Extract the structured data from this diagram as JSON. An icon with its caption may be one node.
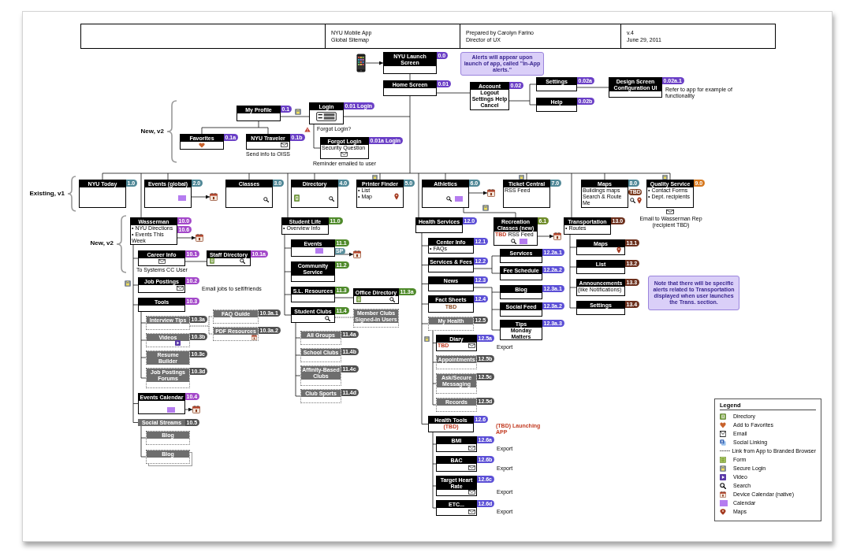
{
  "diagram": {
    "nodes": [
      {
        "text": [],
        "shape": "picture"
      },
      {
        "text": [
          "NYU Launch Screen"
        ],
        "beside": [
          "0.0"
        ]
      },
      {
        "text": [
          "Alerts will appear upon launch of app, called \"In-App alerts.\""
        ]
      },
      {
        "text": [
          "Home Screen"
        ],
        "beside": [
          "0.01"
        ]
      },
      {
        "text": [
          "Account",
          "Logout Settings Help Cancel"
        ],
        "beside": [
          "0.02"
        ]
      },
      {
        "text": [
          "Settings"
        ],
        "beside": [
          "0.02a"
        ]
      },
      {
        "text": [
          "Help"
        ],
        "beside": [
          "0.02b"
        ]
      },
      {
        "text": [
          "Design Screen Configuration UI"
        ],
        "beside": [
          "0.02a.1",
          "Refer to app for example of functionality"
        ]
      },
      {
        "text": [
          "My Profile"
        ],
        "beside": [
          "0.1"
        ]
      },
      {
        "text": [
          "Login"
        ],
        "beside": [
          "0.01 Login",
          "Forgot Login?"
        ]
      },
      {
        "text": [
          "Forgot Login",
          "Security Question"
        ],
        "beside": [
          "0.01a Login",
          "Reminder emailed to user"
        ]
      },
      {
        "text": [
          "Favorites"
        ],
        "beside": [
          "0.1a"
        ]
      },
      {
        "text": [
          "NYU Traveler"
        ],
        "beside": [
          "0.1b",
          "Send info to OISS"
        ]
      },
      {
        "text": [
          "NYU Today"
        ],
        "beside": [
          "1.0"
        ]
      },
      {
        "text": [
          "Events (global)"
        ],
        "beside": [
          "2.0"
        ]
      },
      {
        "text": [],
        "shape": "picture"
      },
      {
        "text": [
          "Classes"
        ],
        "beside": [
          "3.0"
        ]
      },
      {
        "text": [
          "Directory"
        ],
        "beside": [
          "4.0"
        ]
      },
      {
        "text": [
          "Printer Finder",
          "• List",
          "• Map"
        ],
        "beside": [
          "5.0"
        ]
      },
      {
        "text": [
          "Athletics"
        ],
        "beside": [
          "6.0"
        ]
      },
      {
        "text": [],
        "shape": "picture"
      },
      {
        "text": [
          "Ticket Central",
          "RSS Feed"
        ],
        "beside": [
          "7.0"
        ]
      },
      {
        "text": [
          "Maps",
          "Buildings maps Search & Route Me"
        ],
        "beside": [
          "8.0",
          "TBD"
        ]
      },
      {
        "text": [
          "Quality Service",
          "• Contact Forms",
          "• Dept. recipients"
        ],
        "beside": [
          "9.0",
          "Email to Wasserman Rep (recipient TBD)"
        ]
      },
      {
        "text": [
          "Recreation Classes (new)",
          "TBD",
          "RSS Feed"
        ],
        "beside": [
          "6.1"
        ]
      },
      {
        "text": [],
        "shape": "picture"
      },
      {
        "text": [
          "Wasserman",
          "• NYU Directions",
          "• Events This Week"
        ],
        "beside": [
          "10.0",
          "10.6"
        ]
      },
      {
        "text": [],
        "shape": "picture"
      },
      {
        "text": [
          "Career Info"
        ],
        "beside": [
          "10.1",
          "To Systems CC User"
        ]
      },
      {
        "text": [
          "Staff Directory"
        ],
        "beside": [
          "10.1a"
        ]
      },
      {
        "text": [
          "Job Postings"
        ],
        "beside": [
          "10.2",
          "Email jobs to self/friends"
        ]
      },
      {
        "text": [
          "Tools"
        ],
        "beside": [
          "10.3"
        ]
      },
      {
        "text": [
          "Interview Tips"
        ],
        "beside": [
          "10.3a"
        ]
      },
      {
        "text": [
          "FAQ Guide"
        ],
        "beside": [
          "10.3a.1"
        ]
      },
      {
        "text": [
          "PDF Resources"
        ],
        "beside": [
          "10.3a.2"
        ]
      },
      {
        "text": [
          "Videos"
        ],
        "beside": [
          "10.3b"
        ]
      },
      {
        "text": [
          "Resume Builder"
        ],
        "beside": [
          "10.3c"
        ]
      },
      {
        "text": [
          "Job Postings Forums"
        ],
        "beside": [
          "10.3d"
        ]
      },
      {
        "text": [
          "Events Calendar"
        ],
        "beside": [
          "10.4"
        ]
      },
      {
        "text": [],
        "shape": "picture"
      },
      {
        "text": [
          "Social Streams"
        ],
        "beside": [
          "10.5"
        ]
      },
      {
        "text": [
          "Blog"
        ]
      },
      {
        "text": [
          "Blog"
        ]
      },
      {
        "text": [
          "Student Life",
          "• Overview Info"
        ],
        "beside": [
          "11.0"
        ]
      },
      {
        "text": [
          "Events"
        ],
        "beside": [
          "11.1",
          "SP"
        ]
      },
      {
        "text": [],
        "shape": "picture"
      },
      {
        "text": [
          "Community Service"
        ],
        "beside": [
          "11.2"
        ]
      },
      {
        "text": [
          "S.L. Resources"
        ],
        "beside": [
          "11.3"
        ]
      },
      {
        "text": [
          "Office Directory"
        ],
        "beside": [
          "11.3a"
        ]
      },
      {
        "text": [
          "Student Clubs"
        ],
        "beside": [
          "11.4"
        ]
      },
      {
        "text": [
          "Member Clubs Signed-in Users"
        ]
      },
      {
        "text": [
          "All Groups"
        ],
        "beside": [
          "11.4a"
        ]
      },
      {
        "text": [
          "School Clubs"
        ],
        "beside": [
          "11.4b"
        ]
      },
      {
        "text": [
          "Affinity-Based Clubs"
        ],
        "beside": [
          "11.4c"
        ]
      },
      {
        "text": [
          "Club Sports"
        ],
        "beside": [
          "11.4d"
        ]
      },
      {
        "text": [
          "Health Services"
        ],
        "beside": [
          "12.0"
        ]
      },
      {
        "text": [
          "Center Info",
          "• FAQs"
        ],
        "beside": [
          "12.1"
        ]
      },
      {
        "text": [
          "Services & Fees"
        ],
        "beside": [
          "12.2"
        ]
      },
      {
        "text": [
          "Services"
        ],
        "beside": [
          "12.2a.1"
        ]
      },
      {
        "text": [
          "Fee Schedule"
        ],
        "beside": [
          "12.2a.2"
        ]
      },
      {
        "text": [
          "News"
        ],
        "beside": [
          "12.3"
        ]
      },
      {
        "text": [
          "Blog"
        ],
        "beside": [
          "12.3a.1"
        ]
      },
      {
        "text": [
          "Social Feed"
        ],
        "beside": [
          "12.3a.2"
        ]
      },
      {
        "text": [
          "Tips",
          "Monday Matters"
        ],
        "beside": [
          "12.3a.3"
        ]
      },
      {
        "text": [
          "Fact Sheets",
          "TBD"
        ],
        "beside": [
          "12.4"
        ]
      },
      {
        "text": [
          "My Health"
        ],
        "beside": [
          "12.5"
        ]
      },
      {
        "text": [
          "Diary",
          "TBD"
        ],
        "beside": [
          "12.5a",
          "Export"
        ]
      },
      {
        "text": [
          "Appointments"
        ],
        "beside": [
          "12.5b"
        ]
      },
      {
        "text": [
          "Ask/Secure Messaging"
        ],
        "beside": [
          "12.5c"
        ]
      },
      {
        "text": [
          "Records"
        ],
        "beside": [
          "12.5d"
        ]
      },
      {
        "text": [
          "Health Tools",
          "(TBD)"
        ],
        "beside": [
          "12.6",
          "(TBD) Launching APP"
        ]
      },
      {
        "text": [
          "BMI"
        ],
        "beside": [
          "12.6a",
          "Export"
        ]
      },
      {
        "text": [
          "BAC"
        ],
        "beside": [
          "12.6b",
          "Export"
        ]
      },
      {
        "text": [
          "Target Heart Rate"
        ],
        "beside": [
          "12.6c",
          "Export"
        ]
      },
      {
        "text": [
          "ETC..."
        ],
        "beside": [
          "12.6d",
          "Export"
        ]
      },
      {
        "text": [
          "Transportation",
          "• Routes"
        ],
        "beside": [
          "13.0"
        ]
      },
      {
        "text": [
          "Maps"
        ],
        "beside": [
          "13.1"
        ]
      },
      {
        "text": [
          "List"
        ],
        "beside": [
          "13.2"
        ]
      },
      {
        "text": [
          "Announcements",
          "(like Notifications)"
        ],
        "beside": [
          "13.3"
        ]
      },
      {
        "text": [
          "Settings"
        ],
        "beside": [
          "13.4"
        ]
      },
      {
        "text": [
          "Note that there will be specific alerts related to Transportation displayed when user launches the Trans. section."
        ]
      }
    ],
    "edges": [
      {
        "from": 0,
        "to": 1,
        "arrow": "to"
      },
      {
        "from": 1,
        "to": 3,
        "arrow": "none"
      },
      {
        "from": 3,
        "to": 4,
        "arrow": "none"
      },
      {
        "from": 4,
        "to": 5,
        "arrow": "none"
      },
      {
        "from": 4,
        "to": 6,
        "arrow": "none"
      },
      {
        "from": 5,
        "to": 7,
        "arrow": "none"
      },
      {
        "from": 3,
        "to": 9,
        "arrow": "none"
      },
      {
        "from": 9,
        "to": 8,
        "arrow": "none"
      },
      {
        "from": 9,
        "to": 10,
        "arrow": "none"
      },
      {
        "from": 8,
        "to": 11,
        "arrow": "none"
      },
      {
        "from": 8,
        "to": 12,
        "arrow": "none"
      },
      {
        "from": 3,
        "to": 13,
        "arrow": "none"
      },
      {
        "from": 3,
        "to": 14,
        "arrow": "none"
      },
      {
        "from": 14,
        "to": 15,
        "arrow": "to"
      },
      {
        "from": 3,
        "to": 16,
        "arrow": "none"
      },
      {
        "from": 3,
        "to": 17,
        "arrow": "none"
      },
      {
        "from": 3,
        "to": 18,
        "arrow": "none"
      },
      {
        "from": 3,
        "to": 19,
        "arrow": "none"
      },
      {
        "from": 19,
        "to": 20,
        "arrow": "to"
      },
      {
        "from": 3,
        "to": 21,
        "arrow": "none"
      },
      {
        "from": 3,
        "to": 22,
        "arrow": "none"
      },
      {
        "from": 3,
        "to": 23,
        "arrow": "none"
      },
      {
        "from": 19,
        "to": 24,
        "arrow": "none"
      },
      {
        "from": 24,
        "to": 25,
        "arrow": "to"
      },
      {
        "from": 3,
        "to": 26,
        "arrow": "none"
      },
      {
        "from": 26,
        "to": 27,
        "arrow": "to"
      },
      {
        "from": 26,
        "to": 28,
        "arrow": "none"
      },
      {
        "from": 28,
        "to": 29,
        "arrow": "none"
      },
      {
        "from": 26,
        "to": 30,
        "arrow": "none"
      },
      {
        "from": 26,
        "to": 31,
        "arrow": "none"
      },
      {
        "from": 31,
        "to": 32,
        "arrow": "none"
      },
      {
        "from": 32,
        "to": 33,
        "arrow": "none",
        "style": "dashed"
      },
      {
        "from": 32,
        "to": 34,
        "arrow": "none",
        "style": "dashed"
      },
      {
        "from": 31,
        "to": 35,
        "arrow": "none"
      },
      {
        "from": 31,
        "to": 36,
        "arrow": "none"
      },
      {
        "from": 31,
        "to": 37,
        "arrow": "none"
      },
      {
        "from": 26,
        "to": 38,
        "arrow": "none"
      },
      {
        "from": 38,
        "to": 39,
        "arrow": "to"
      },
      {
        "from": 26,
        "to": 40,
        "arrow": "none"
      },
      {
        "from": 40,
        "to": 41,
        "arrow": "none"
      },
      {
        "from": 40,
        "to": 42,
        "arrow": "none"
      },
      {
        "from": 3,
        "to": 43,
        "arrow": "none"
      },
      {
        "from": 43,
        "to": 44,
        "arrow": "none"
      },
      {
        "from": 44,
        "to": 45,
        "arrow": "to"
      },
      {
        "from": 43,
        "to": 46,
        "arrow": "none"
      },
      {
        "from": 43,
        "to": 47,
        "arrow": "none"
      },
      {
        "from": 47,
        "to": 48,
        "arrow": "none"
      },
      {
        "from": 43,
        "to": 49,
        "arrow": "none"
      },
      {
        "from": 49,
        "to": 50,
        "arrow": "none",
        "style": "dashed"
      },
      {
        "from": 49,
        "to": 51,
        "arrow": "none"
      },
      {
        "from": 49,
        "to": 52,
        "arrow": "none"
      },
      {
        "from": 49,
        "to": 53,
        "arrow": "none"
      },
      {
        "from": 49,
        "to": 54,
        "arrow": "none"
      },
      {
        "from": 3,
        "to": 55,
        "arrow": "none"
      },
      {
        "from": 55,
        "to": 56,
        "arrow": "none"
      },
      {
        "from": 55,
        "to": 57,
        "arrow": "none"
      },
      {
        "from": 57,
        "to": 58,
        "arrow": "none"
      },
      {
        "from": 57,
        "to": 59,
        "arrow": "none"
      },
      {
        "from": 55,
        "to": 60,
        "arrow": "none"
      },
      {
        "from": 60,
        "to": 61,
        "arrow": "none"
      },
      {
        "from": 60,
        "to": 62,
        "arrow": "none"
      },
      {
        "from": 60,
        "to": 63,
        "arrow": "none"
      },
      {
        "from": 55,
        "to": 64,
        "arrow": "none"
      },
      {
        "from": 55,
        "to": 65,
        "arrow": "none"
      },
      {
        "from": 65,
        "to": 66,
        "arrow": "none"
      },
      {
        "from": 65,
        "to": 67,
        "arrow": "none"
      },
      {
        "from": 65,
        "to": 68,
        "arrow": "none"
      },
      {
        "from": 65,
        "to": 69,
        "arrow": "none"
      },
      {
        "from": 55,
        "to": 70,
        "arrow": "none"
      },
      {
        "from": 70,
        "to": 71,
        "arrow": "none"
      },
      {
        "from": 70,
        "to": 72,
        "arrow": "none"
      },
      {
        "from": 70,
        "to": 73,
        "arrow": "none"
      },
      {
        "from": 70,
        "to": 74,
        "arrow": "none"
      },
      {
        "from": 3,
        "to": 75,
        "arrow": "none"
      },
      {
        "from": 75,
        "to": 76,
        "arrow": "none"
      },
      {
        "from": 75,
        "to": 77,
        "arrow": "none"
      },
      {
        "from": 75,
        "to": 78,
        "arrow": "none"
      },
      {
        "from": 75,
        "to": 79,
        "arrow": "none"
      }
    ],
    "labels": [
      "NYU Mobile App",
      "Global Sitemap",
      "Prepared by Carolyn Farino",
      "Director of UX",
      "v.4",
      "June 29, 2011",
      "New, v2",
      "Existing, v1",
      "New, v2",
      "Legend"
    ],
    "legend": [
      {
        "text": "Directory"
      },
      {
        "text": "Add to Favorites"
      },
      {
        "text": "Email"
      },
      {
        "text": "Social Linking"
      },
      {
        "text": "Link from App to Branded Browser"
      },
      {
        "text": "Form"
      },
      {
        "text": "Secure Login"
      },
      {
        "text": "Video"
      },
      {
        "text": "Search"
      },
      {
        "text": "Device Calendar (native)"
      },
      {
        "text": "Calendar",
        "color": "#b57cf0"
      },
      {
        "text": "Maps"
      }
    ]
  }
}
